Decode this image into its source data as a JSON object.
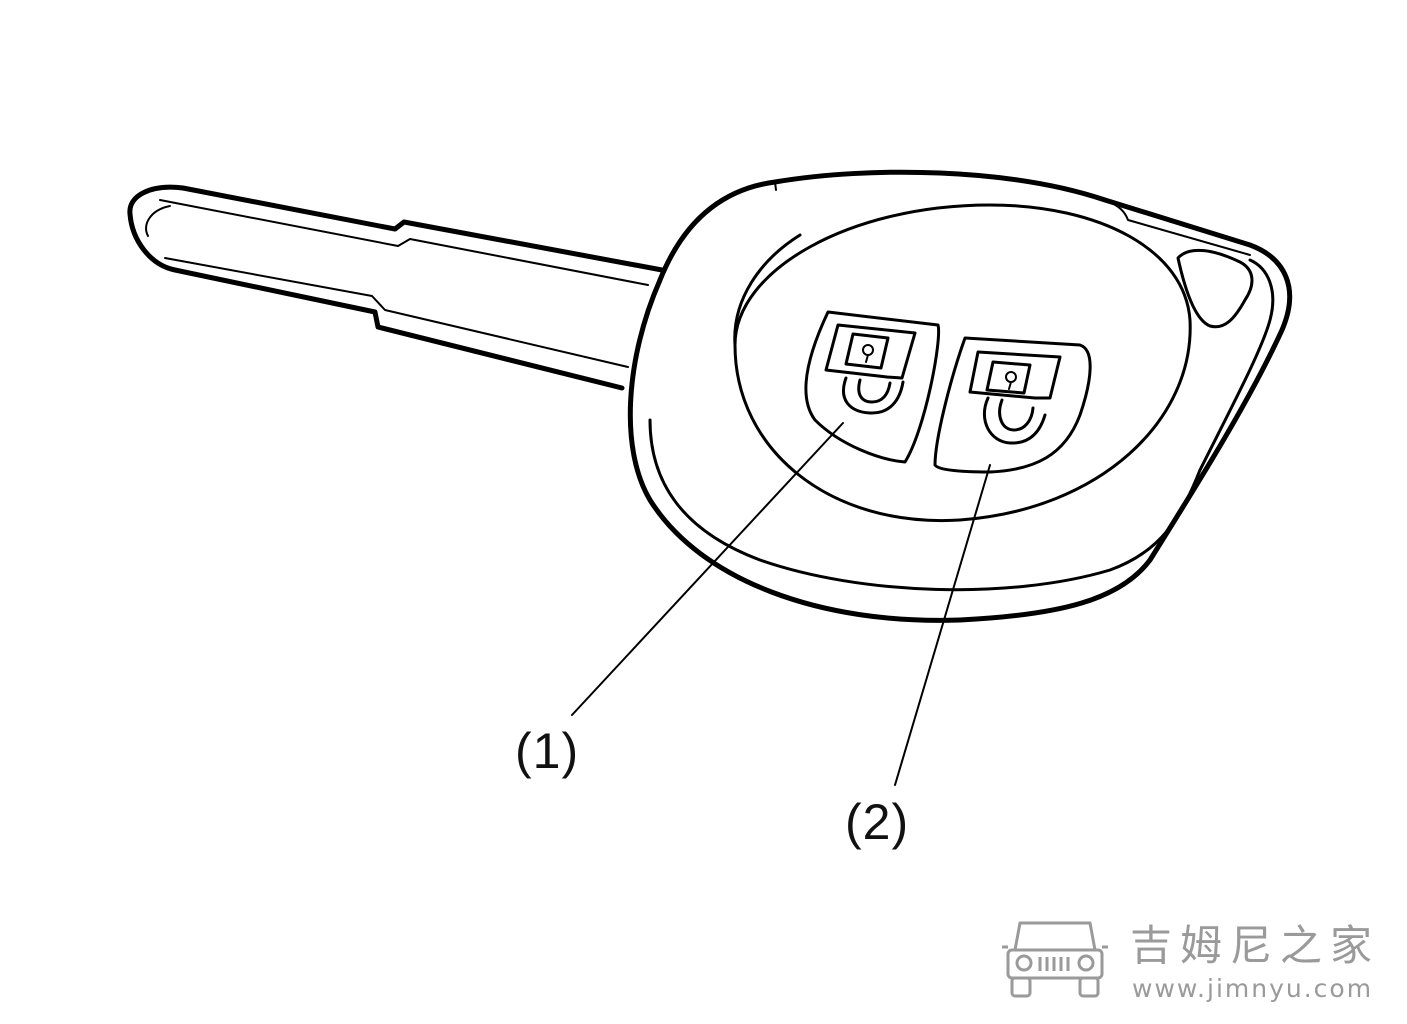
{
  "callouts": [
    {
      "id": "1",
      "label": "(1)"
    },
    {
      "id": "2",
      "label": "(2)"
    }
  ],
  "watermark": {
    "name": "吉姆尼之家",
    "url": "www.jimnyu.com"
  }
}
